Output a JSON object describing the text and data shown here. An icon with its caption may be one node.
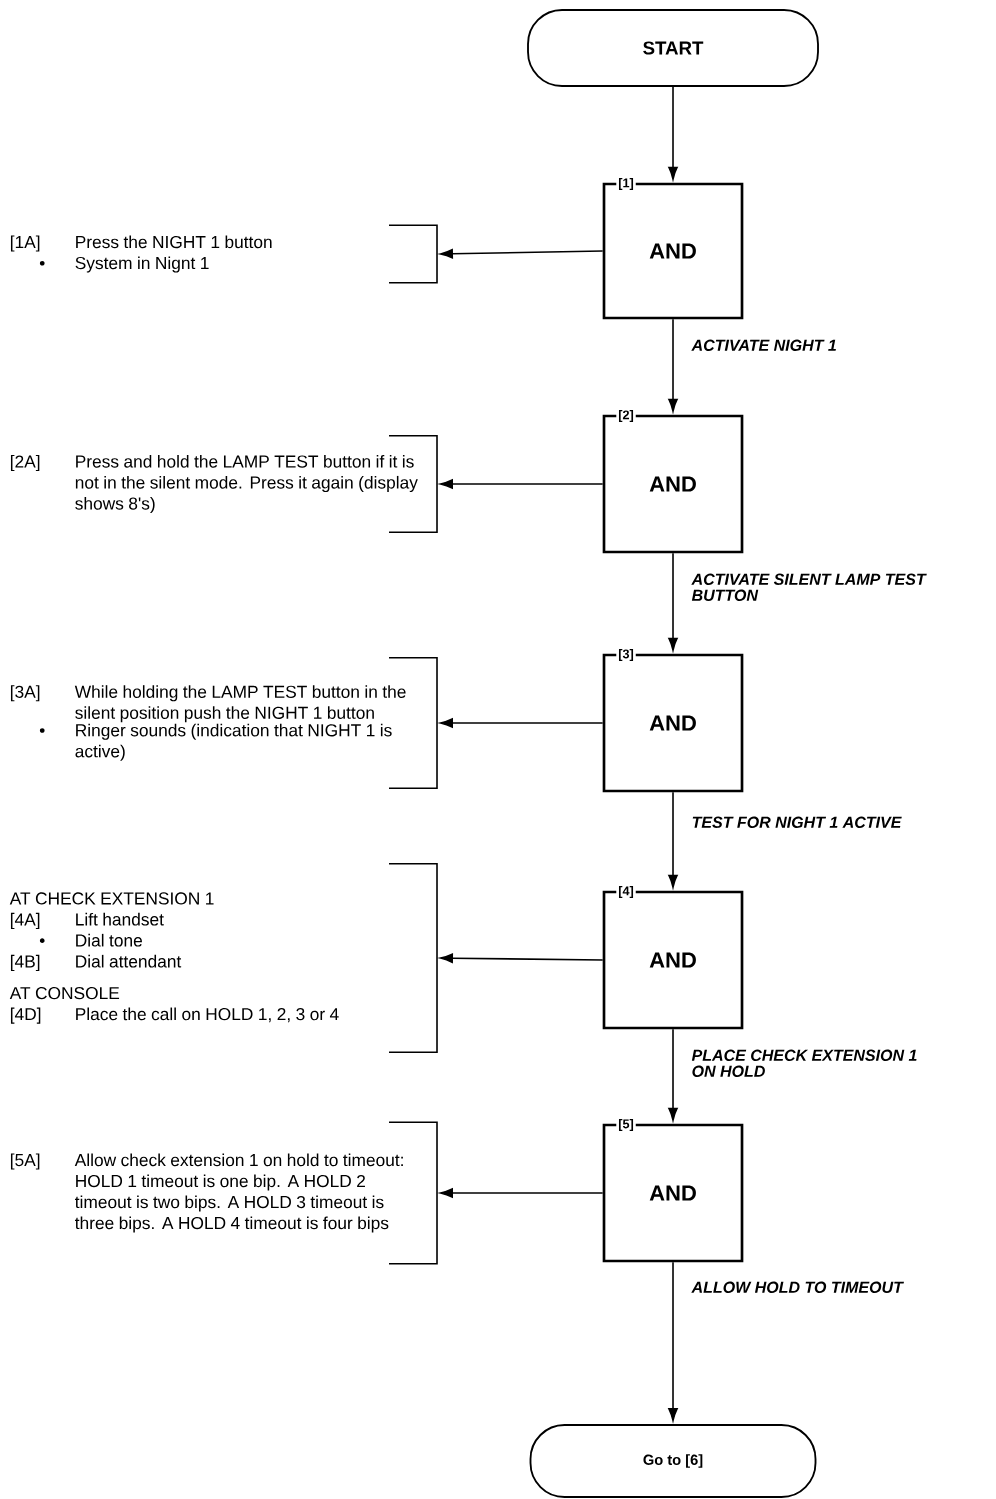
{
  "diagram": {
    "nodes": [
      {
        "text": [
          "START"
        ]
      },
      {
        "text": [
          "[1]",
          "AND"
        ]
      },
      {
        "text": [
          "[1A]",
          "Press the NIGHT 1 button",
          "•",
          "System in Nignt 1"
        ]
      },
      {
        "text": [
          "[2]",
          "AND"
        ]
      },
      {
        "text": [
          "[2A]",
          "Press and hold the LAMP TEST button if it is not in the silent mode. Press it again (display shows 8's)"
        ]
      },
      {
        "text": [
          "[3]",
          "AND"
        ]
      },
      {
        "text": [
          "[3A]",
          "While holding the LAMP TEST button in the silent position push the NIGHT 1 button",
          "•",
          "Ringer sounds (indication that NIGHT 1 is active)"
        ]
      },
      {
        "text": [
          "[4]",
          "AND"
        ]
      },
      {
        "text": [
          "AT CHECK EXTENSION 1",
          "[4A]",
          "Lift handset",
          "•",
          "Dial tone",
          "[4B]",
          "Dial attendant",
          "AT CONSOLE",
          "[4D]",
          "Place the call on HOLD 1, 2, 3 or 4"
        ]
      },
      {
        "text": [
          "[5]",
          "AND"
        ]
      },
      {
        "text": [
          "[5A]",
          "Allow check extension 1 on hold to timeout: HOLD 1 timeout is one bip. A HOLD 2 timeout is two bips. A HOLD 3 timeout is three bips. A HOLD 4 timeout is four bips"
        ]
      },
      {
        "text": [
          "Go to [6]"
        ]
      }
    ],
    "edges": [
      {
        "from": 0,
        "to": 1,
        "arrow": "to"
      },
      {
        "from": 1,
        "to": 2,
        "arrow": "to"
      },
      {
        "from": 1,
        "to": 3,
        "arrow": "to",
        "label": "ACTIVATE NIGHT 1"
      },
      {
        "from": 3,
        "to": 4,
        "arrow": "to"
      },
      {
        "from": 3,
        "to": 5,
        "arrow": "to",
        "label": "ACTIVATE SILENT LAMP TEST BUTTON"
      },
      {
        "from": 5,
        "to": 6,
        "arrow": "to"
      },
      {
        "from": 5,
        "to": 7,
        "arrow": "to",
        "label": "TEST FOR NIGHT 1 ACTIVE"
      },
      {
        "from": 7,
        "to": 8,
        "arrow": "to"
      },
      {
        "from": 7,
        "to": 9,
        "arrow": "to",
        "label": "PLACE CHECK EXTENSION 1 ON HOLD"
      },
      {
        "from": 9,
        "to": 10,
        "arrow": "to"
      },
      {
        "from": 9,
        "to": 11,
        "arrow": "to",
        "label": "ALLOW HOLD TO TIMEOUT"
      }
    ]
  }
}
